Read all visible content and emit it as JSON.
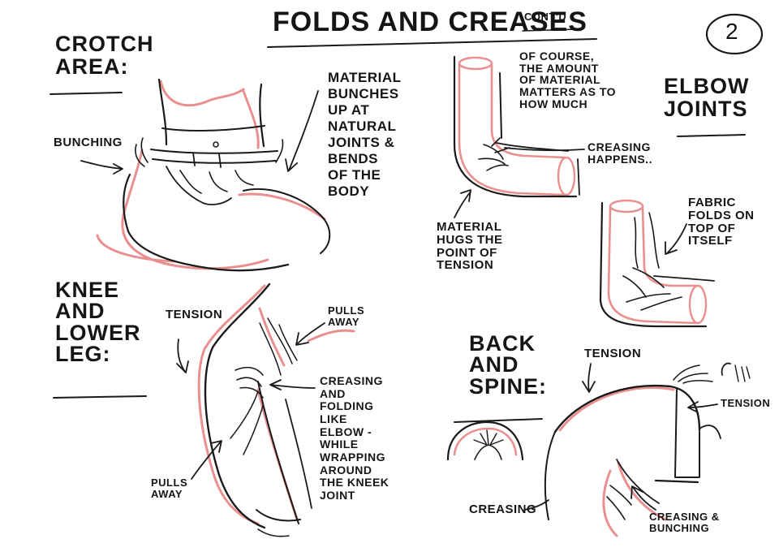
{
  "title": "Folds and Creases",
  "title_suffix": "cont'd",
  "page_number": "2",
  "sections": {
    "crotch": {
      "heading": "Crotch\nArea:",
      "label_bunching": "Bunching",
      "note": "Material\nbunches\nup at\nnatural\njoints &\nbends\nof the\nbody"
    },
    "elbow": {
      "heading": "Elbow\nJoints",
      "note_amount": "Of course,\nthe amount\nof material\nmatters as to\nhow much",
      "note_creasing": "creasing\nhappens..",
      "note_hugs": "Material\nhugs the\npoint of\ntension",
      "note_fabric": "Fabric\nfolds on\ntop of\nitself"
    },
    "knee": {
      "heading": "Knee\nand\nlower\nleg:",
      "label_tension": "Tension",
      "label_pulls_top": "Pulls\naway",
      "label_pulls_bottom": "Pulls\naway",
      "note": "Creasing\nand\nfolding\nlike\nelbow -\nwhile\nwrapping\naround\nthe kneek\njoint"
    },
    "back": {
      "heading": "Back\nand\nSpine:",
      "label_tension_top": "Tension",
      "label_tension_right": "Tension",
      "label_creasing": "Creasing",
      "label_creasing_bunching": "Creasing &\nbunching"
    }
  },
  "colors": {
    "ink": "#1a1a1a",
    "tension_red": "#ea8f8f",
    "dark_red": "#b23a3a",
    "paper": "#ffffff"
  }
}
